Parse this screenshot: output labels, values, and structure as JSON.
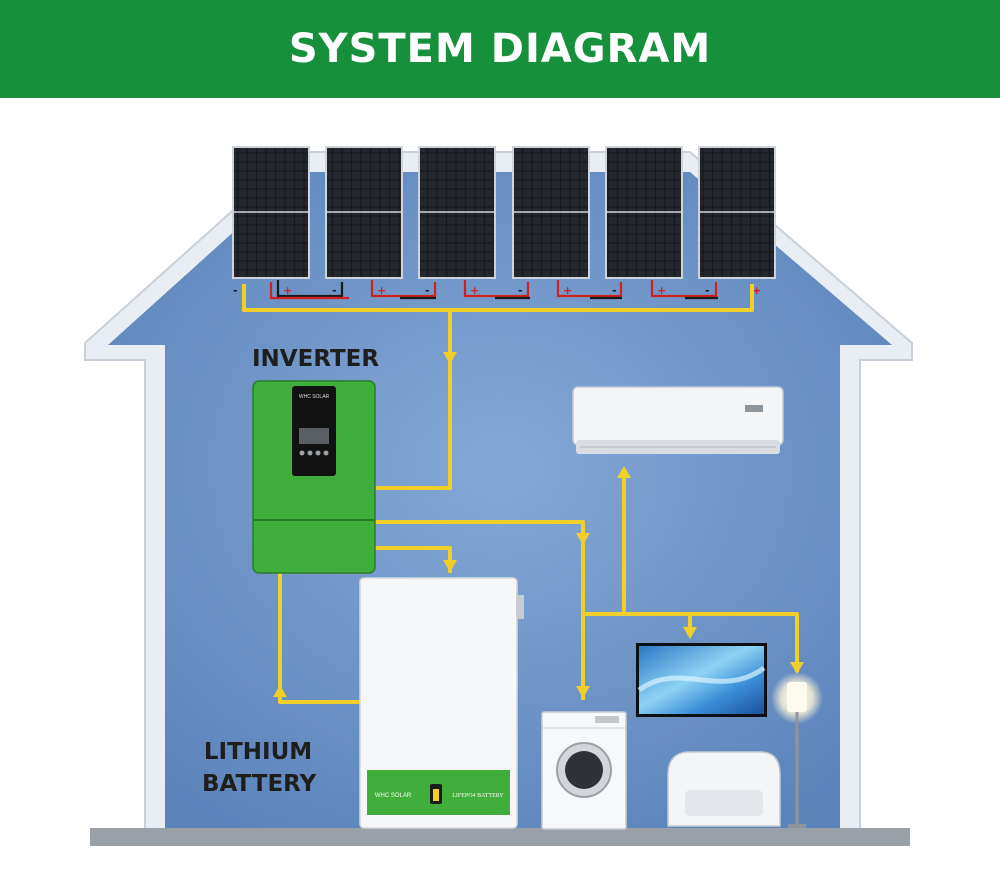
{
  "header": {
    "title": "SYSTEM DIAGRAM",
    "color": "#17903c"
  },
  "labels": {
    "inverter": "INVERTER",
    "battery_line1": "LITHIUM",
    "battery_line2": "BATTERY"
  },
  "inverter": {
    "brand": "WHC SOLAR",
    "color": "#3fae3a"
  },
  "battery": {
    "brand": "WHC SOLAR",
    "model": "LIFEPO4 BATTERY"
  },
  "panel_terminals": [
    "-",
    "+",
    "-",
    "+",
    "-",
    "+",
    "-",
    "+",
    "-",
    "+",
    "-",
    "+"
  ],
  "colors": {
    "wall": "#6e95c8",
    "wire": "#f0d028",
    "house_frame": "#e9eef4"
  }
}
